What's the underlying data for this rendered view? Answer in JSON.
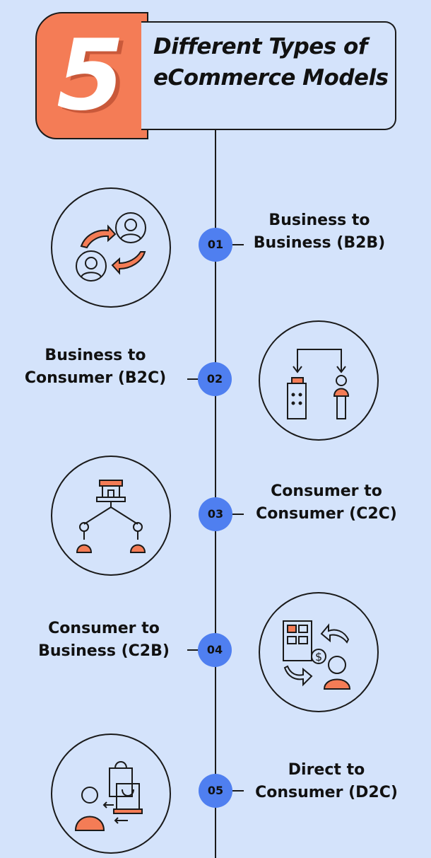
{
  "header": {
    "number": "5",
    "title": "Different Types of eCommerce Models"
  },
  "colors": {
    "background": "#d4e3fb",
    "accent": "#f47c56",
    "node": "#4f7ff0"
  },
  "models": [
    {
      "num": "01",
      "label": "Business to Business (B2B)",
      "icon": "people-exchange-icon"
    },
    {
      "num": "02",
      "label": "Business to Consumer (B2C)",
      "icon": "building-to-person-icon"
    },
    {
      "num": "03",
      "label": "Consumer to Consumer (C2C)",
      "icon": "shop-network-icon"
    },
    {
      "num": "04",
      "label": "Consumer to Business (C2B)",
      "icon": "person-payment-building-icon"
    },
    {
      "num": "05",
      "label": "Direct to Consumer (D2C)",
      "icon": "shopping-bag-consumer-icon"
    }
  ]
}
